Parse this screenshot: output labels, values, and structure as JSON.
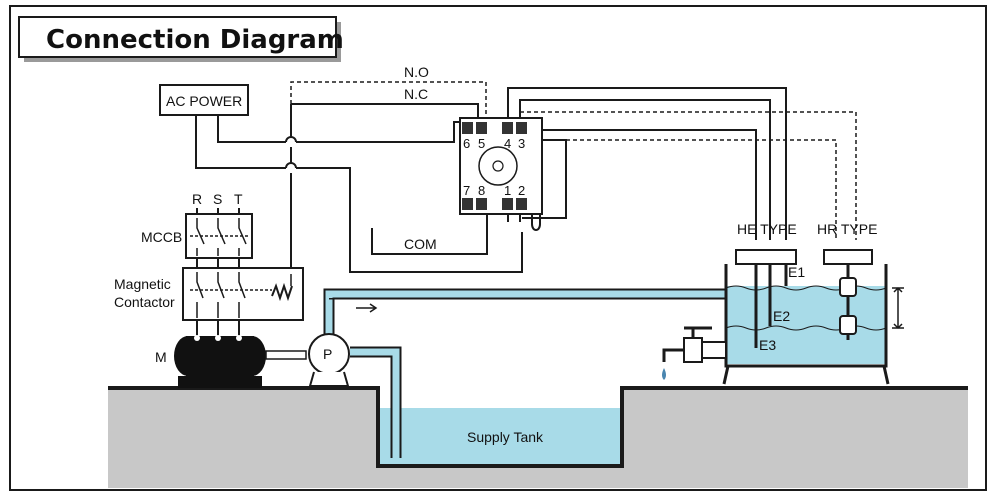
{
  "title": "Connection Diagram",
  "labels": {
    "ac_power": "AC POWER",
    "mccb": "MCCB",
    "magnetic_contactor_line1": "Magnetic",
    "magnetic_contactor_line2": "Contactor",
    "motor": "M",
    "pump": "P",
    "phase_r": "R",
    "phase_s": "S",
    "phase_t": "T",
    "no": "N.O",
    "nc": "N.C",
    "com": "COM",
    "he_type": "HE TYPE",
    "hr_type": "HR TYPE",
    "e1": "E1",
    "e2": "E2",
    "e3": "E3",
    "supply_tank": "Supply Tank",
    "pin_6": "6",
    "pin_5": "5",
    "pin_4": "4",
    "pin_3": "3",
    "pin_7": "7",
    "pin_8": "8",
    "pin_1": "1",
    "pin_2": "2"
  },
  "colors": {
    "water": "#a8dbe8",
    "ground": "#c8c8c8",
    "line": "#1a1a1a",
    "title_shadow": "#9a9a9a"
  }
}
